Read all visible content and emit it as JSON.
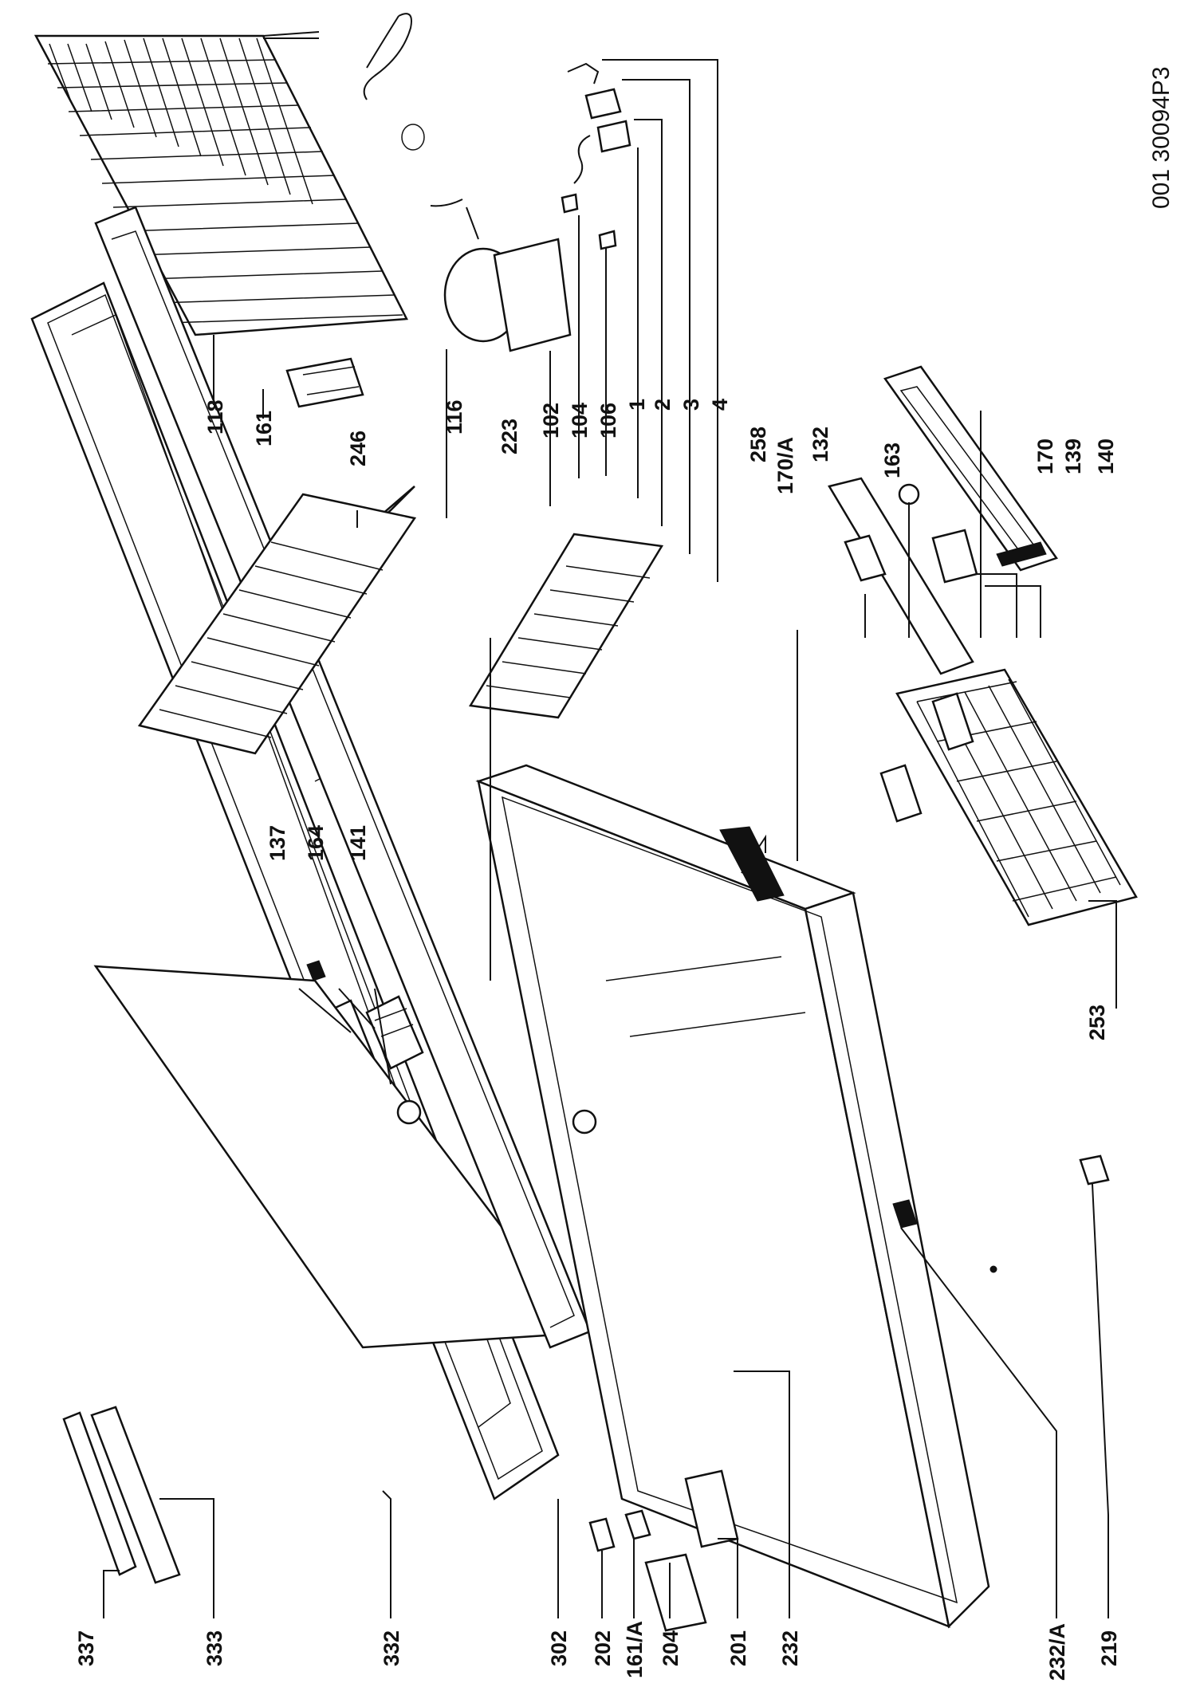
{
  "drawing_code": "001 30094P3",
  "labels": {
    "l118": "118",
    "l161": "161",
    "l246": "246",
    "l116": "116",
    "l223": "223",
    "l102": "102",
    "l104": "104",
    "l106": "106",
    "l1": "1",
    "l2": "2",
    "l3": "3",
    "l4": "4",
    "l258": "258",
    "l170a": "170/A",
    "l132": "132",
    "l163": "163",
    "l170": "170",
    "l139": "139",
    "l140": "140",
    "l137": "137",
    "l164": "164",
    "l141": "141",
    "l253": "253",
    "l337": "337",
    "l333": "333",
    "l332": "332",
    "l302": "302",
    "l202": "202",
    "l161a": "161/A",
    "l204": "204",
    "l201": "201",
    "l232": "232",
    "l232a": "232/A",
    "l219": "219"
  }
}
